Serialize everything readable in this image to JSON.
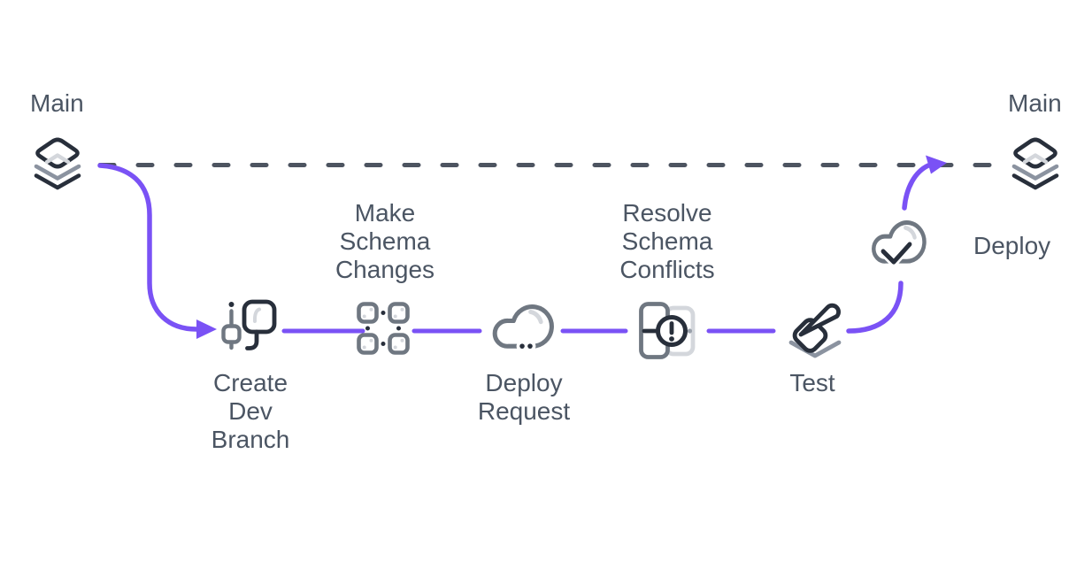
{
  "diagram": {
    "name": "database-branching-workflow",
    "endpoints": {
      "left": {
        "label": "Main",
        "icon": "layers-icon"
      },
      "right": {
        "label": "Main",
        "icon": "layers-icon"
      }
    },
    "nodes": [
      {
        "label": "Create\nDev\nBranch",
        "icon": "git-branch-icon"
      },
      {
        "label": "Make\nSchema\nChanges",
        "icon": "schema-grid-icon"
      },
      {
        "label": "Deploy\nRequest",
        "icon": "cloud-icon"
      },
      {
        "label": "Resolve\nSchema\nConflicts",
        "icon": "schema-conflict-icon"
      },
      {
        "label": "Test",
        "icon": "pencil-test-icon"
      },
      {
        "label": "Deploy",
        "icon": "cloud-check-icon"
      }
    ],
    "colors": {
      "flow_line": "#7a52f5",
      "main_line": "#4d5460",
      "icon_dark": "#282f3b",
      "icon_gray": "#6f7781",
      "icon_mid_gray": "#8b93a0",
      "icon_light_gray": "#d4d7dc",
      "label_text": "#4b5563",
      "background": "#ffffff"
    }
  }
}
